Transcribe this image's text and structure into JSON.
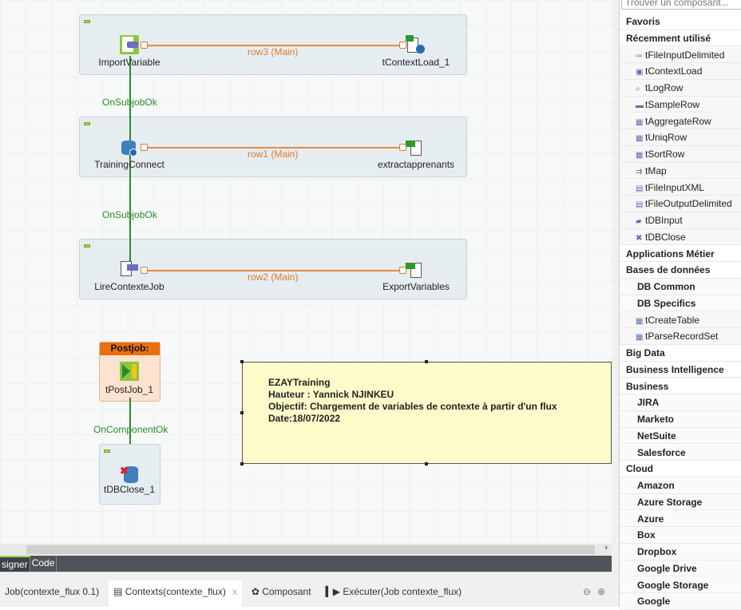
{
  "subjobs": [
    {
      "source": "ImportVariable",
      "target": "tContextLoad_1",
      "flow": "row3 (Main)"
    },
    {
      "source": "TrainingConnect",
      "target": "extractapprenants",
      "flow": "row1 (Main)"
    },
    {
      "source": "LireContexteJob",
      "target": "ExportVariables",
      "flow": "row2 (Main)"
    }
  ],
  "triggers": [
    "OnSubjobOk",
    "OnSubjobOk",
    "OnComponentOk"
  ],
  "postjob": {
    "title": "Postjob:",
    "component": "tPostJob_1"
  },
  "dbclose": "tDBClose_1",
  "note": [
    "EZAYTraining",
    "Hauteur : Yannick NJINKEU",
    "Objectif: Chargement de variables de contexte à partir d'un flux",
    "Date:18/07/2022"
  ],
  "editor_tabs": [
    "signer",
    "Code"
  ],
  "bottom_tabs": [
    "Job(contexte_flux 0.1)",
    "Contexts(contexte_flux)",
    "Composant",
    "Exécuter(Job contexte_flux)"
  ],
  "palette": {
    "search_placeholder": "Trouver un composant...",
    "rows": [
      {
        "t": "cat",
        "label": "Favoris"
      },
      {
        "t": "cat",
        "label": "Récemment utilisé"
      },
      {
        "t": "item",
        "label": "tFileInputDelimited",
        "icon": "file-input-icon"
      },
      {
        "t": "item",
        "label": "tContextLoad",
        "icon": "context-load-icon"
      },
      {
        "t": "item",
        "label": "tLogRow",
        "icon": "log-row-icon"
      },
      {
        "t": "item",
        "label": "tSampleRow",
        "icon": "sample-row-icon"
      },
      {
        "t": "item",
        "label": "tAggregateRow",
        "icon": "aggregate-row-icon"
      },
      {
        "t": "item",
        "label": "tUniqRow",
        "icon": "uniq-row-icon"
      },
      {
        "t": "item",
        "label": "tSortRow",
        "icon": "sort-row-icon"
      },
      {
        "t": "item",
        "label": "tMap",
        "icon": "map-icon"
      },
      {
        "t": "item",
        "label": "tFileInputXML",
        "icon": "file-xml-icon"
      },
      {
        "t": "item",
        "label": "tFileOutputDelimited",
        "icon": "file-output-icon"
      },
      {
        "t": "item",
        "label": "tDBInput",
        "icon": "db-input-icon"
      },
      {
        "t": "item",
        "label": "tDBClose",
        "icon": "db-close-icon"
      },
      {
        "t": "cat",
        "label": "Applications Métier"
      },
      {
        "t": "cat",
        "label": "Bases de données"
      },
      {
        "t": "sub",
        "label": "DB Common"
      },
      {
        "t": "sub",
        "label": "DB Specifics"
      },
      {
        "t": "item",
        "label": "tCreateTable",
        "icon": "create-table-icon"
      },
      {
        "t": "item",
        "label": "tParseRecordSet",
        "icon": "parse-recordset-icon"
      },
      {
        "t": "cat",
        "label": "Big Data"
      },
      {
        "t": "cat",
        "label": "Business Intelligence"
      },
      {
        "t": "cat",
        "label": "Business"
      },
      {
        "t": "sub",
        "label": "JIRA"
      },
      {
        "t": "sub",
        "label": "Marketo"
      },
      {
        "t": "sub",
        "label": "NetSuite"
      },
      {
        "t": "sub",
        "label": "Salesforce"
      },
      {
        "t": "cat",
        "label": "Cloud"
      },
      {
        "t": "sub",
        "label": "Amazon"
      },
      {
        "t": "sub",
        "label": "Azure Storage"
      },
      {
        "t": "sub",
        "label": "Azure"
      },
      {
        "t": "sub",
        "label": "Box"
      },
      {
        "t": "sub",
        "label": "Dropbox"
      },
      {
        "t": "sub",
        "label": "Google Drive"
      },
      {
        "t": "sub",
        "label": "Google Storage"
      },
      {
        "t": "sub",
        "label": "Google"
      }
    ]
  }
}
